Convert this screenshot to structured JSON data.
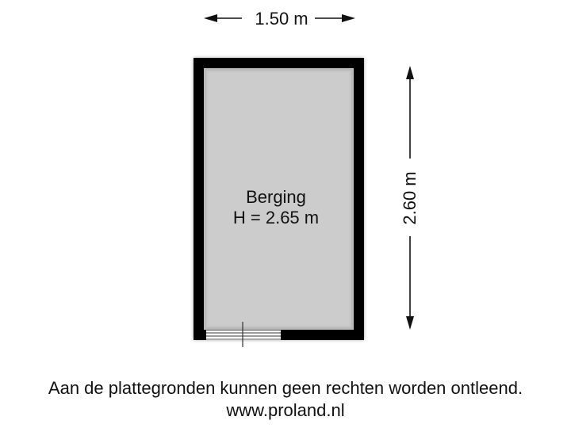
{
  "floorplan": {
    "dimensions": {
      "width_label": "1.50 m",
      "depth_label": "2.60 m"
    },
    "room": {
      "name": "Berging",
      "height_label": "H = 2.65 m"
    },
    "colors": {
      "wall": "#000000",
      "floor": "#cccccc",
      "floor_shadow": "#b8b8b8",
      "dimension_line": "#111111",
      "background": "#ffffff"
    },
    "openings": [
      {
        "type": "window-door",
        "wall": "bottom",
        "icon": "window-icon"
      }
    ]
  },
  "footer": {
    "disclaimer": "Aan de plattegronden kunnen geen rechten worden ontleend.",
    "url": "www.proland.nl"
  }
}
